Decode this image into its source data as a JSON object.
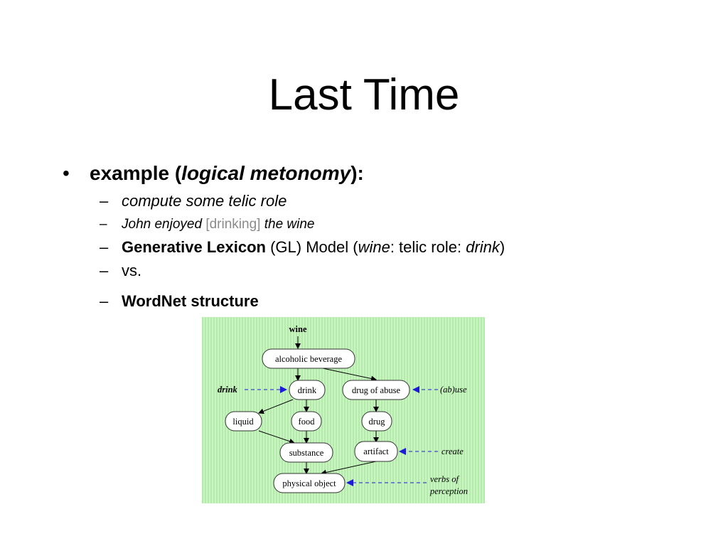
{
  "slide": {
    "title": "Last Time",
    "bullet": {
      "prefix": "example (",
      "emph": "logical metonomy",
      "suffix": "):"
    },
    "sub": [
      {
        "italic": "compute some telic role"
      },
      {
        "pre": "John enjoyed",
        "bracket": "[drinking]",
        "post": "the wine"
      },
      {
        "bold": "Generative Lexicon",
        "t1": " (GL) Model (",
        "i1": "wine",
        "t2": ": telic role: ",
        "i2": "drink",
        "t3": ")"
      },
      {
        "plain": "vs."
      },
      {
        "bold": "WordNet structure"
      }
    ]
  },
  "diagram": {
    "bg_color": "#c8f5c0",
    "stripe_color": "#b4eaac",
    "arrow_color": "#1b1bd8",
    "nodes": {
      "top": "wine",
      "alcoholic": "alcoholic beverage",
      "drink": "drink",
      "drug_of_abuse": "drug of abuse",
      "liquid": "liquid",
      "food": "food",
      "drug": "drug",
      "substance": "substance",
      "artifact": "artifact",
      "physical_object": "physical object"
    },
    "side_labels": {
      "drink": "drink",
      "abuse": "(ab)use",
      "create": "create",
      "perception1": "verbs of",
      "perception2": "perception"
    }
  }
}
